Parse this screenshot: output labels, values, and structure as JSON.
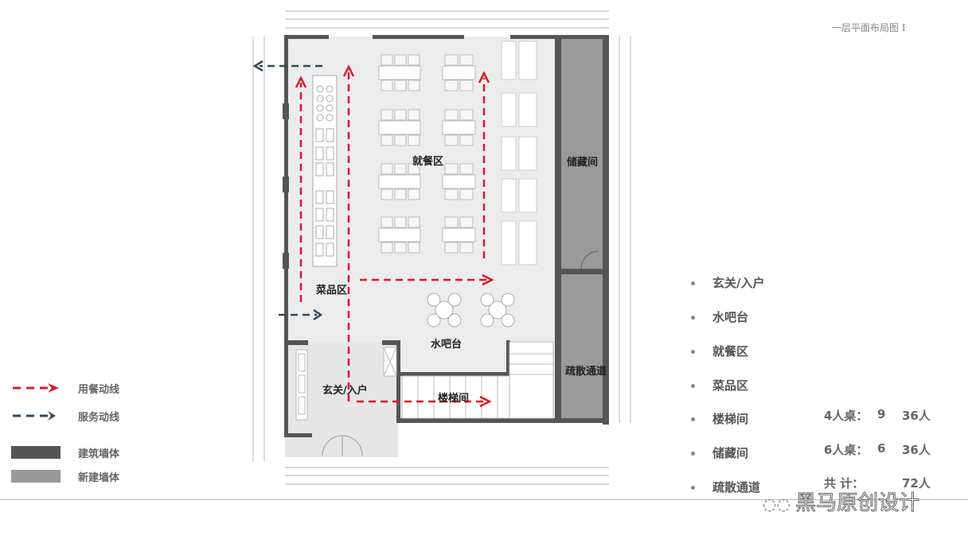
{
  "title": "一层平面布局图 I",
  "colors": {
    "dining_flow": "#d7192a",
    "service_flow": "#2f4a5e",
    "existing_wall": "#555555",
    "new_wall": "#999999",
    "storage_fill": "#9a9a9a"
  },
  "legend": [
    {
      "label": "用餐动线",
      "symbol": "red-dashed-arrow"
    },
    {
      "label": "服务动线",
      "symbol": "blue-dashed-arrow"
    },
    {
      "label": "建筑墙体",
      "symbol": "dark-gray-bar"
    },
    {
      "label": "新建墙体",
      "symbol": "gray-bar"
    }
  ],
  "plan": {
    "rooms": {
      "dining": "就餐区",
      "storage": "储藏间",
      "buffet": "菜品区",
      "bar": "水吧台",
      "evacuation": "疏散通道",
      "entrance": "玄关/入户",
      "stairs": "楼梯间"
    }
  },
  "zone_list": [
    "玄关/入户",
    "水吧台",
    "就餐区",
    "菜品区",
    "楼梯间",
    "储藏间",
    "疏散通道"
  ],
  "seating": [
    {
      "label": "4人桌：",
      "count": "9",
      "people": "36人"
    },
    {
      "label": "6人桌：",
      "count": "6",
      "people": "36人"
    },
    {
      "label": "共  计：",
      "count": "",
      "people": "72人"
    }
  ],
  "watermark": "黑马原创设计"
}
